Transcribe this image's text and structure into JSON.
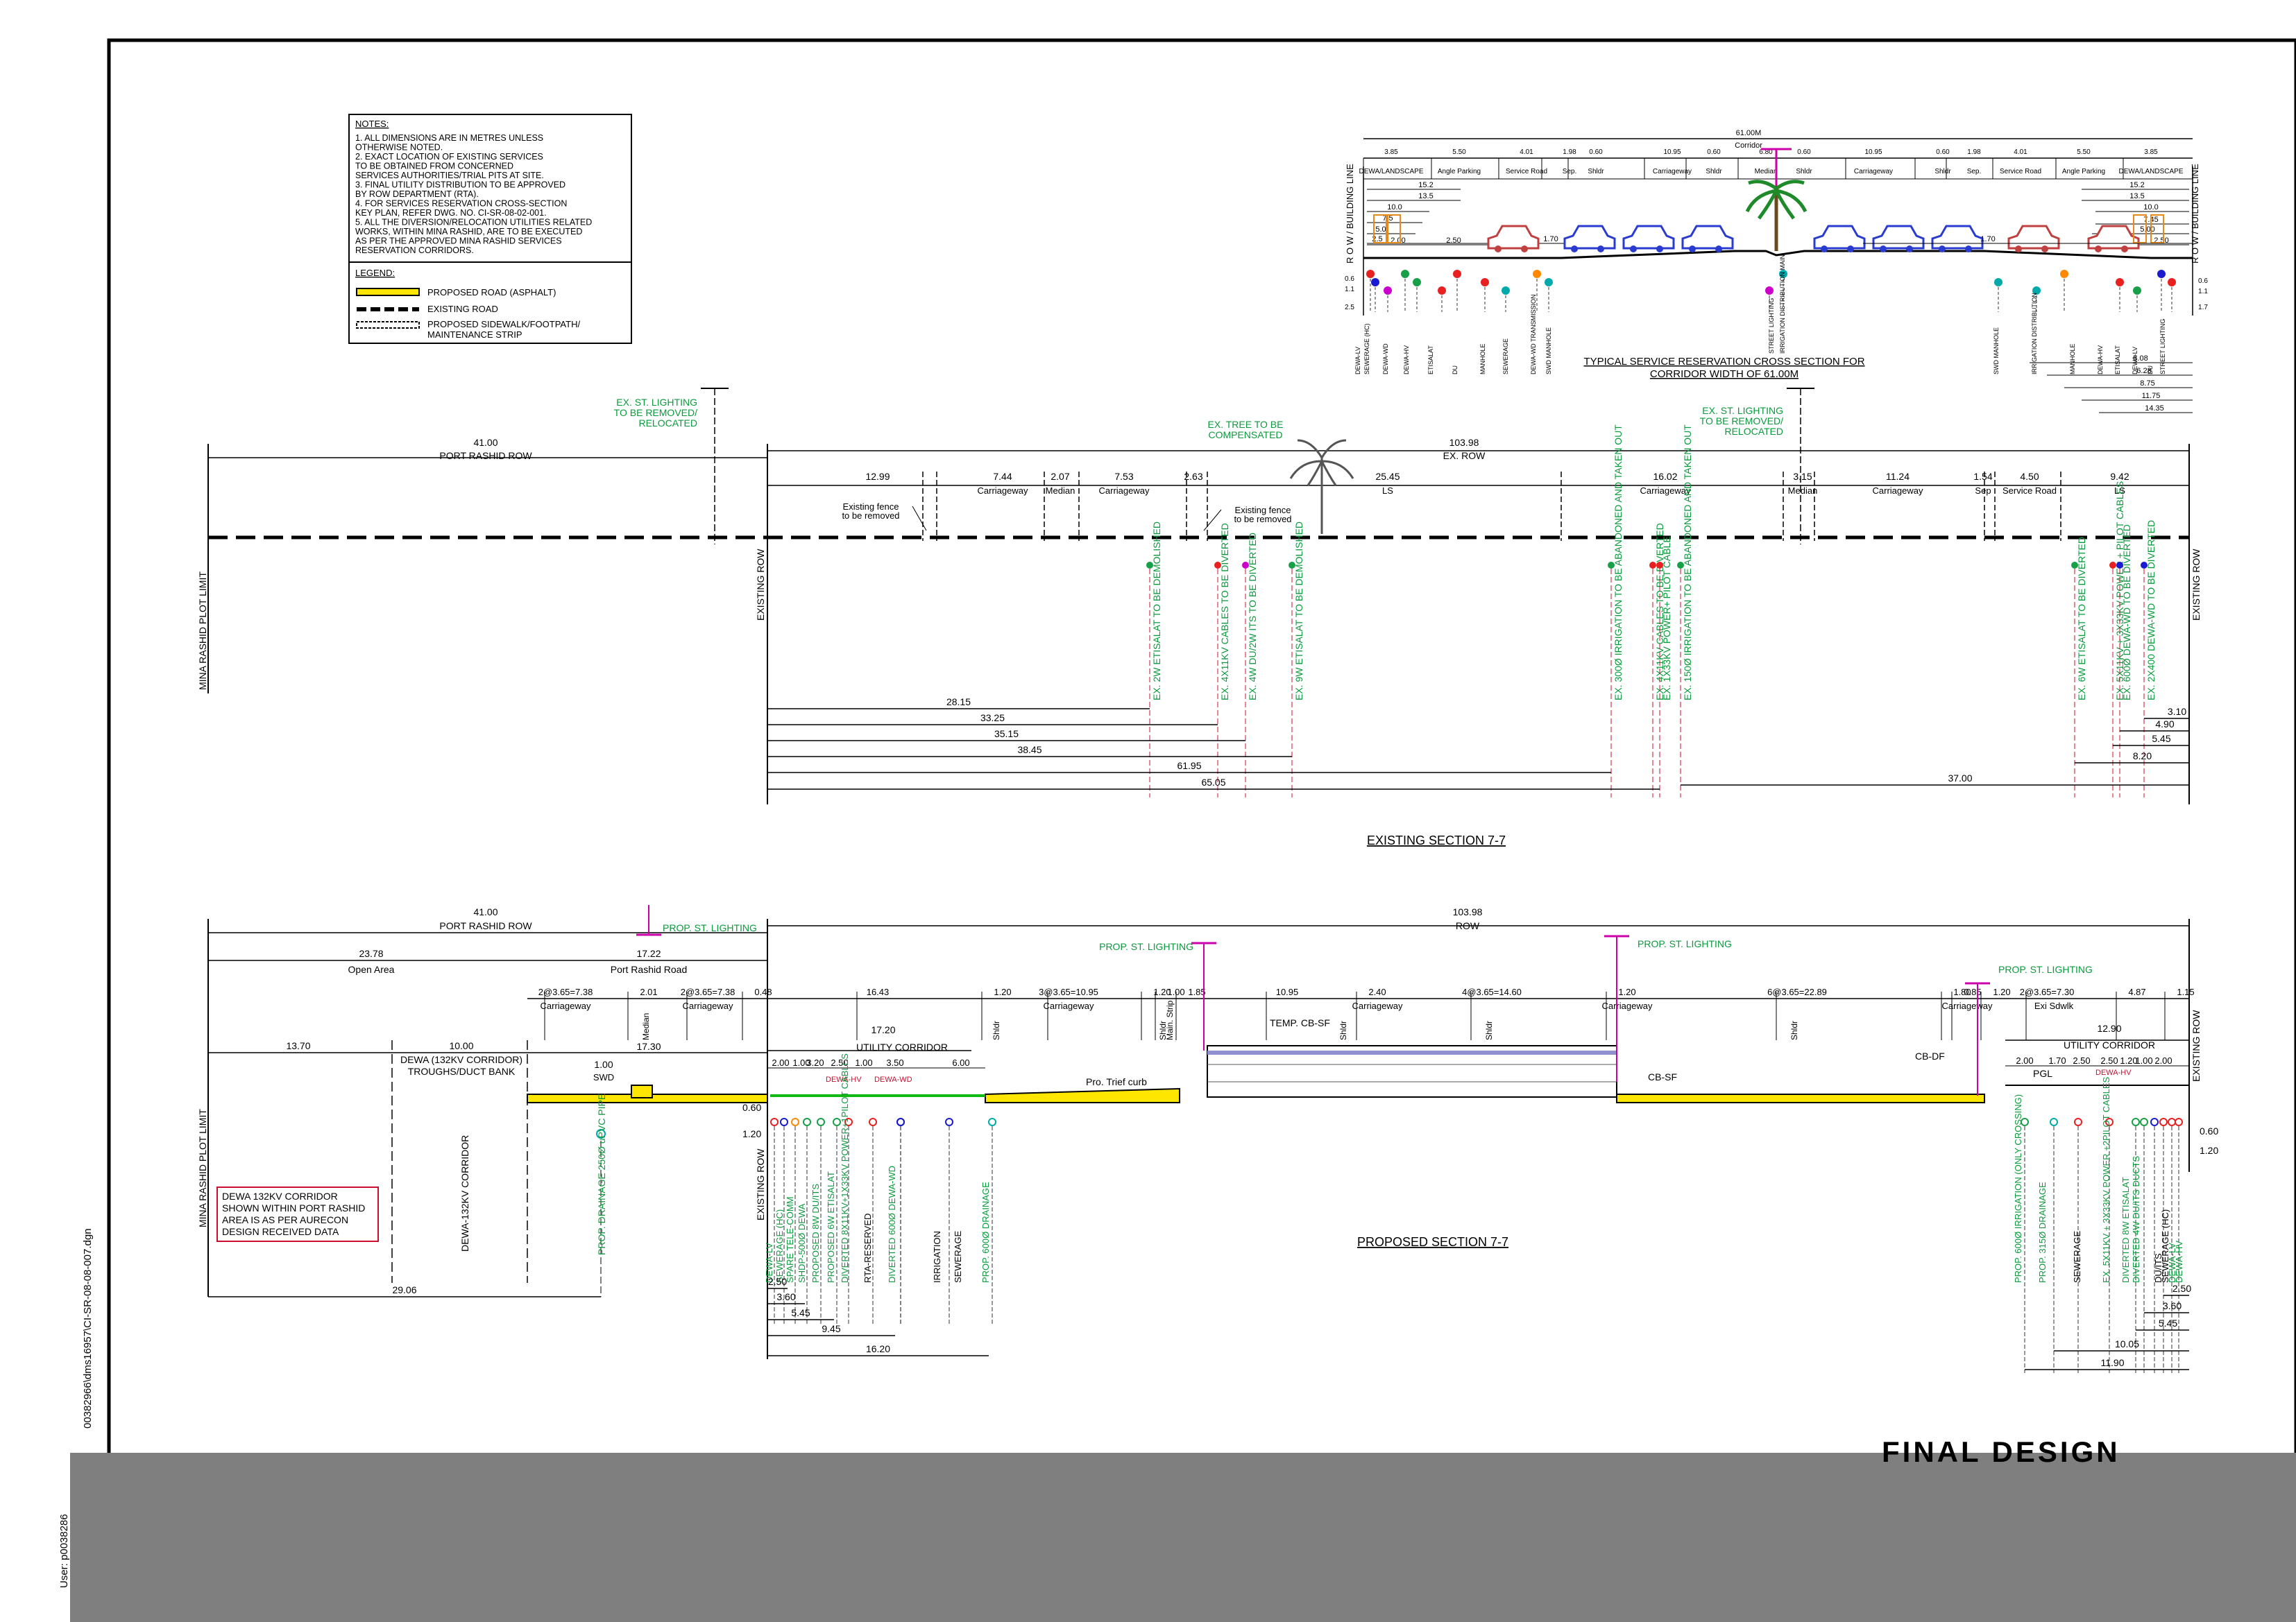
{
  "sheet": {
    "file_path": "00382966\\dms16957\\CI-SR-08-08-007.dgn",
    "user": "User:  p0038286",
    "stamp": "FINAL DESIGN"
  },
  "notes": {
    "title": "NOTES:",
    "lines": [
      "1. ALL DIMENSIONS ARE IN METRES UNLESS",
      "    OTHERWISE NOTED.",
      "2. EXACT LOCATION OF EXISTING SERVICES",
      "    TO BE OBTAINED FROM CONCERNED",
      "    SERVICES AUTHORITIES/TRIAL PITS AT SITE.",
      "3. FINAL UTILITY DISTRIBUTION TO BE APPROVED",
      "    BY ROW DEPARTMENT (RTA).",
      "4. FOR SERVICES RESERVATION CROSS-SECTION",
      "    KEY PLAN, REFER DWG. NO. CI-SR-08-02-001.",
      "5. ALL THE DIVERSION/RELOCATION UTILITIES RELATED",
      "    WORKS, WITHIN MINA RASHID, ARE TO BE EXECUTED",
      "    AS PER THE APPROVED MINA RASHID SERVICES",
      "    RESERVATION CORRIDORS."
    ]
  },
  "legend": {
    "title": "LEGEND:",
    "items": [
      {
        "label": "PROPOSED ROAD (ASPHALT)"
      },
      {
        "label": "EXISTING ROAD"
      },
      {
        "label": "PROPOSED SIDEWALK/FOOTPATH/"
      },
      {
        "label": "MAINTENANCE STRIP"
      }
    ]
  },
  "typical": {
    "total": "61.00M",
    "corridor": "Corridor",
    "title_1": "TYPICAL SERVICE RESERVATION CROSS SECTION FOR",
    "title_2": "CORRIDOR WIDTH OF 61.00M",
    "row_left": "R O W / BUILDING LINE",
    "row_right": "R O W / BUILDING LINE",
    "dims": [
      "3.85",
      "5.50",
      "4.01",
      "1.98",
      "0.60",
      "10.95",
      "0.60",
      "6.80",
      "0.60",
      "10.95",
      "0.60",
      "1.98",
      "4.01",
      "5.50",
      "3.85"
    ],
    "segs": [
      "DEWA/LANDSCAPE",
      "Angle Parking",
      "Service Road",
      "Sep.",
      "Shldr",
      "Carriageway",
      "Shldr",
      "Median",
      "Shldr",
      "Carriageway",
      "Shldr",
      "Sep.",
      "Service Road",
      "Angle Parking",
      "DEWA/LANDSCAPE"
    ],
    "sub_dims": [
      "15.2",
      "13.5",
      "10.0",
      "7.5",
      "5.0",
      "2.5",
      "1.70",
      "2.00",
      "2.50"
    ],
    "right_dims": [
      "15.2",
      "13.5",
      "10.0",
      "7.45",
      "5.00",
      "2.50",
      "1.70",
      "5.08",
      "6.28",
      "8.75",
      "11.75",
      "14.35"
    ],
    "labels_left": [
      "DEWA-LV",
      "SEWERAGE (HC)",
      "DEWA-WD",
      "DEWA-HV",
      "ETISALAT",
      "DU",
      "MANHOLE",
      "SEWERAGE",
      "DEWA-WD TRANSMISSION",
      "SWD MANHOLE"
    ],
    "labels_right": [
      "SWD MANHOLE",
      "IRRIGATION DISTRIBUTION",
      "MANHOLE",
      "DEWA-HV",
      "ETISALAT",
      "DEWA-LV",
      "DU",
      "STREET LIGHTING"
    ],
    "centre_labels": [
      "STREET LIGHTING",
      "IRRIGATION DISTRIBUTION MAIN"
    ],
    "small_dims": [
      "0.6",
      "1.1",
      "2.5",
      "0.6",
      "1.1",
      "1.7"
    ]
  },
  "existing": {
    "title": "EXISTING SECTION 7-7",
    "left_total": "41.00",
    "left_name": "PORT RASHID ROW",
    "right_total": "103.98",
    "right_name": "EX. ROW",
    "plot_limit": "MINA RASHID PLOT LIMIT",
    "existing_row": "EXISTING ROW",
    "segment_dims": [
      "12.99",
      "7.44",
      "2.07",
      "7.53",
      "2.63",
      "25.45",
      "16.02",
      "3.15",
      "11.24",
      "1.54",
      "4.50",
      "9.42"
    ],
    "segment_names": [
      "Carriageway",
      "Median",
      "Carriageway",
      "LS",
      "Carriageway",
      "Median",
      "Carriageway",
      "Sep",
      "Service Road",
      "LS"
    ],
    "ann_light_left": [
      "EX. ST. LIGHTING",
      "TO BE REMOVED/",
      "RELOCATED"
    ],
    "ann_tree": [
      "EX. TREE  TO BE",
      "COMPENSATED"
    ],
    "ann_light_right": [
      "EX. ST. LIGHTING",
      "TO BE REMOVED/",
      "RELOCATED"
    ],
    "fence_1": [
      "Existing fence",
      "to be removed"
    ],
    "fence_2": [
      "Existing fence",
      "to be removed"
    ],
    "utilities": [
      "EX. 2W ETISALAT TO BE DEMOLISHED",
      "EX. 4X11KV CABLES TO BE DIVERTED",
      "EX. 4W DU/2W ITS TO BE DIVERTED",
      "EX. 9W ETISALAT TO BE DEMOLISHED",
      "EX. 300Ø IRRIGATION TO BE ABANDONED AND TAKEN OUT",
      "EX. 4X11KV CABLES TO BE DIVERTED",
      "EX. 1X33KV POWER+ PILOT CABLE",
      "EX. 150Ø IRRIGATION TO BE ABANDONED AND TAKEN OUT",
      "EX. 6W ETISALAT TO BE DIVERTED",
      "EX. 5X11KV + 3X33KV POWER + PILOT CABLES",
      "EX. 600Ø DEWA-WD TO BE DIVERTED",
      "EX. 2X400 DEWA-WD TO BE DIVERTED"
    ],
    "bottom_dims": [
      "28.15",
      "33.25",
      "35.15",
      "38.45",
      "61.95",
      "65.05",
      "37.00",
      "3.10",
      "4.90",
      "5.45",
      "8.20"
    ]
  },
  "proposed": {
    "title": "PROPOSED SECTION 7-7",
    "left_total": "41.00",
    "left_name": "PORT RASHID ROW",
    "right_total": "103.98",
    "right_name": "ROW",
    "plot_limit": "MINA RASHID PLOT LIMIT",
    "existing_row_l": "EXISTING ROW",
    "existing_row_r": "EXISTING ROW",
    "open_area_dim": "23.78",
    "open_area": "Open Area",
    "port_rashid_dim": "17.22",
    "port_rashid_road": "Port Rashid Road",
    "prop_light_1": "PROP. ST. LIGHTING",
    "prop_light_2": "PROP. ST. LIGHTING",
    "prop_light_3": "PROP. ST. LIGHTING",
    "prop_light_4": "PROP. ST. LIGHTING",
    "lane_dims": [
      "2@3.65=7.38",
      "2.01",
      "2@3.65=7.38",
      "0.48",
      "16.43",
      "1.20",
      "3@3.65=10.95",
      "1.20",
      "1.00",
      "1.85",
      "10.95",
      "2.40",
      "4@3.65=14.60",
      "1.20",
      "6@3.65=22.89",
      "1.80",
      "0.85",
      "1.20",
      "2@3.65=7.30",
      "4.87",
      "1.15"
    ],
    "lane_names": [
      "Carriageway",
      "Median",
      "Carriageway",
      "Shldr",
      "Carriageway",
      "Shldr",
      "Main. Strip",
      "Shldr",
      "Carriageway",
      "Shldr",
      "Carriageway",
      "Shldr",
      "Carriageway",
      "Exi Sdwlk"
    ],
    "dewa_dims": [
      "13.70",
      "10.00"
    ],
    "dewa_label": [
      "DEWA (132KV CORRIDOR)",
      "TROUGHS/DUCT BANK"
    ],
    "sw_dim": "1.00",
    "sw_label": "SWD",
    "median_dim": "17.30",
    "utility_corridor_dim": "17.20",
    "utility_corridor": "UTILITY CORRIDOR",
    "uc_dims": [
      "2.00",
      "1.00",
      "3.20",
      "2.50",
      "1.00",
      "3.50",
      "6.00"
    ],
    "uc_tags": [
      "DEWA-HV",
      "DEWA-WD"
    ],
    "uc_right_dim": "12.90",
    "uc_right": "UTILITY CORRIDOR",
    "uc_right_dims": [
      "2.00",
      "1.70",
      "2.50",
      "2.50",
      "1.20",
      "1.00",
      "2.00"
    ],
    "uc_right_tag": "DEWA-HV",
    "left_small_dims": [
      "0.60",
      "1.20"
    ],
    "right_small_dims": [
      "0.60",
      "1.20"
    ],
    "temp_cb": "TEMP. CB-SF",
    "cb_sf": "CB-SF",
    "cb_df": "CB-DF",
    "pgl": "PGL",
    "trief": "Pro. Trief curb",
    "dewa_corridor_v": "DEWA-132KV CORRIDOR",
    "note_box": [
      "DEWA 132KV CORRIDOR",
      "SHOWN WITHIN PORT RASHID",
      "AREA IS AS PER AURECON",
      "DESIGN RECEIVED DATA"
    ],
    "prop_drainage_l": "PROP. DRAINAGE 250Ø uPVC PIPE",
    "utilities_left": [
      "DEWA-LV",
      "SEWERAGE (HC)",
      "SPARE TELE-COMM",
      "SHDP-500Ø DEWA",
      "PROPOSED 8W DU/ITS",
      "PROPOSED 6W ETISALAT",
      "DIVERTED 8X11KV+1X33KV POWER+1PILOT CABLES",
      "RTA-RESERVED",
      "IRRIGATION",
      "DIVERTED 600Ø DEWA-WD",
      "SEWERAGE",
      "PROP. 600Ø DRAINAGE"
    ],
    "utilities_right": [
      "PROP. 600Ø IRRIGATION (ONLY CROSSING)",
      "PROP. 315Ø DRAINAGE",
      "SEWERAGE",
      "EX. 5X11KV + 3X33KV POWER +2PILOT CABLES",
      "DIVERTED 8W ETISALAT",
      "DIVERTED 4W DU/ITS DUCTS",
      "DU/ITS",
      "SEWERAGE (HC)",
      "DEWA-LV",
      "DEWA-HV"
    ],
    "bottom_left_dims": [
      "29.06",
      "2.50",
      "3.60",
      "5.45",
      "9.45",
      "16.20"
    ],
    "bottom_right_dims": [
      "2.50",
      "3.60",
      "5.45",
      "10.05",
      "11.90"
    ]
  }
}
